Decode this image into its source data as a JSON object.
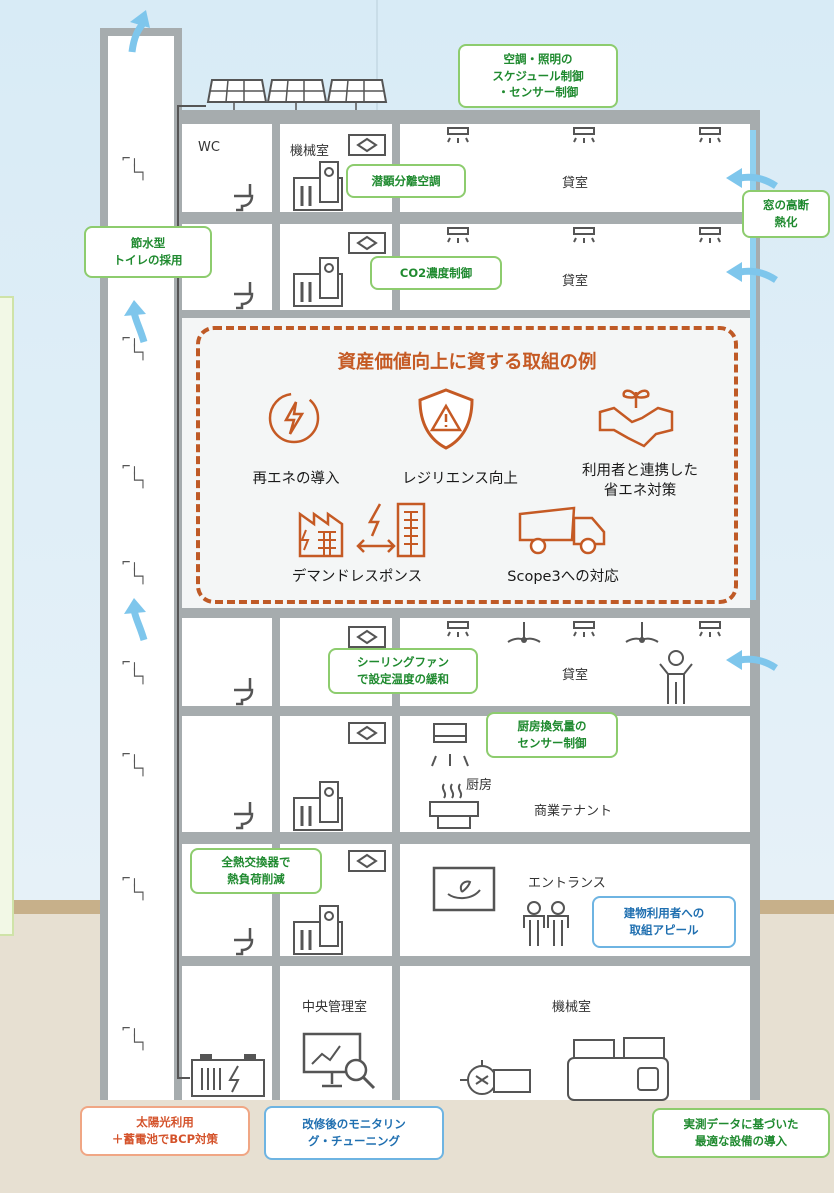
{
  "rooms": {
    "wc": "WC",
    "machine_room_top": "機械室",
    "rental_1": "貸室",
    "rental_2": "貸室",
    "rental_3": "貸室",
    "kitchen": "厨房",
    "commercial_tenant": "商業テナント",
    "entrance": "エントランス",
    "central_control": "中央管理室",
    "machine_room_basement": "機械室"
  },
  "callouts": {
    "schedule_control": "空調・照明の\nスケジュール制御\n・センサー制御",
    "window_insulation": "窓の高断\n熱化",
    "latent_ac": "潜顕分離空調",
    "water_saving": "節水型\nトイレの採用",
    "co2_control": "CO2濃度制御",
    "ceiling_fan": "シーリングファン\nで設定温度の緩和",
    "kitchen_ventilation": "厨房換気量の\nセンサー制御",
    "heat_exchanger": "全熱交換器で\n熱負荷削減",
    "user_appeal": "建物利用者への\n取組アピール",
    "solar_battery": "太陽光利用\n＋蓄電池でBCP対策",
    "monitoring": "改修後のモニタリン\nグ・チューニング",
    "equipment_data": "実測データに基づいた\n最適な設備の導入"
  },
  "highlight": {
    "title": "資産価値向上に資する取組の例",
    "items": {
      "renewable": "再エネの導入",
      "resilience": "レジリエンス向上",
      "collaboration": "利用者と連携した\n省エネ対策",
      "demand_response": "デマンドレスポンス",
      "scope3": "Scope3への対応"
    }
  },
  "icons": {
    "stairs": "stairs-icon",
    "solar_panel": "solar-panel-icon",
    "light": "ceiling-light-icon",
    "ac_vent": "ac-vent-icon",
    "toilet": "toilet-icon",
    "ac_unit": "ac-unit-icon"
  },
  "colors": {
    "green_callout": "#8dcc6e",
    "blue_callout": "#6eb4e2",
    "orange_callout": "#f0a684",
    "highlight": "#c55a24",
    "wall": "#a6acae"
  }
}
